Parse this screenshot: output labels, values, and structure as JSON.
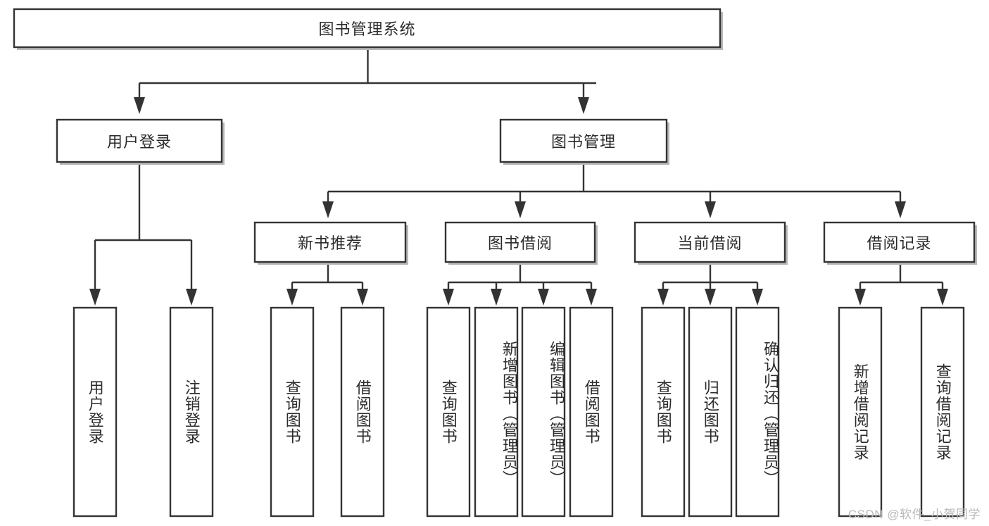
{
  "diagram": {
    "type": "tree",
    "title": "图书管理系统",
    "root": {
      "label": "图书管理系统"
    },
    "level2": [
      {
        "id": "user-login",
        "label": "用户登录"
      },
      {
        "id": "book-management",
        "label": "图书管理"
      }
    ],
    "level3": [
      {
        "id": "new-book-recommend",
        "label": "新书推荐",
        "parent": "book-management"
      },
      {
        "id": "book-borrow",
        "label": "图书借阅",
        "parent": "book-management"
      },
      {
        "id": "current-borrow",
        "label": "当前借阅",
        "parent": "book-management"
      },
      {
        "id": "borrow-record",
        "label": "借阅记录",
        "parent": "book-management"
      }
    ],
    "leaves": [
      {
        "id": "leaf-user-login",
        "label": "用户登录",
        "parent": "user-login"
      },
      {
        "id": "leaf-logout-login",
        "label": "注销登录",
        "parent": "user-login"
      },
      {
        "id": "leaf-query-book-1",
        "label": "查询图书",
        "parent": "new-book-recommend"
      },
      {
        "id": "leaf-borrow-book-1",
        "label": "借阅图书",
        "parent": "new-book-recommend"
      },
      {
        "id": "leaf-query-book-2",
        "label": "查询图书",
        "parent": "book-borrow"
      },
      {
        "id": "leaf-add-book",
        "label": "新增图书（管理员）",
        "parent": "book-borrow"
      },
      {
        "id": "leaf-edit-book",
        "label": "编辑图书（管理员）",
        "parent": "book-borrow"
      },
      {
        "id": "leaf-borrow-book-2",
        "label": "借阅图书",
        "parent": "book-borrow"
      },
      {
        "id": "leaf-query-book-3",
        "label": "查询图书",
        "parent": "current-borrow"
      },
      {
        "id": "leaf-return-book",
        "label": "归还图书",
        "parent": "current-borrow"
      },
      {
        "id": "leaf-confirm-return",
        "label": "确认归还（管理员）",
        "parent": "current-borrow"
      },
      {
        "id": "leaf-add-record",
        "label": "新增借阅记录",
        "parent": "borrow-record"
      },
      {
        "id": "leaf-query-record",
        "label": "查询借阅记录",
        "parent": "borrow-record"
      }
    ]
  },
  "watermark": {
    "text": "CSDN @软件_小贺同学"
  },
  "colors": {
    "stroke": "#333333",
    "box_fill": "#ffffff",
    "text": "#2b2b2b",
    "watermark": "#b9b9b9",
    "background": "#ffffff"
  }
}
